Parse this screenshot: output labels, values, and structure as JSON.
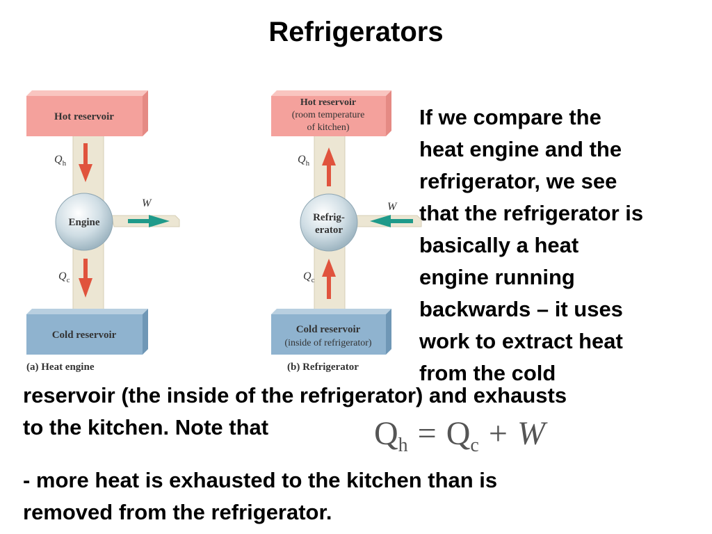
{
  "title": "Refrigerators",
  "diagram_a": {
    "hot": "Hot reservoir",
    "qh": "Q",
    "qh_sub": "h",
    "engine": "Engine",
    "w": "W",
    "qc": "Q",
    "qc_sub": "c",
    "cold": "Cold reservoir",
    "caption": "(a) Heat engine"
  },
  "diagram_b": {
    "hot_1": "Hot reservoir",
    "hot_2": "(room temperature",
    "hot_3": "of kitchen)",
    "qh": "Q",
    "qh_sub": "h",
    "device_1": "Refrig-",
    "device_2": "erator",
    "w": "W",
    "qc": "Q",
    "qc_sub": "c",
    "cold_1": "Cold reservoir",
    "cold_2": "(inside of refrigerator)",
    "caption": "(b) Refrigerator"
  },
  "right_text": [
    "If we compare the",
    "heat engine and the",
    "refrigerator, we see",
    "that the refrigerator is",
    "basically a heat",
    "engine running",
    "backwards – it uses",
    "work to extract heat",
    "from the cold"
  ],
  "full_text": [
    "reservoir (the inside of the refrigerator) and exhausts",
    "to the kitchen. Note that"
  ],
  "equation": {
    "lhs": "Q",
    "lhs_sub": "h",
    "eq": "=",
    "q2": "Q",
    "q2_sub": "c",
    "plus": "+",
    "w": "W"
  },
  "bullet": [
    "- more heat is exhausted to the kitchen than is",
    "removed from the refrigerator."
  ],
  "colors": {
    "hot_reservoir": "#f4a19c",
    "cold_reservoir": "#8fb3cf",
    "pipe": "#ece6d3",
    "heat_arrow": "#e0533d",
    "work_arrow": "#1f9a8a",
    "device": "#cfdde4"
  }
}
